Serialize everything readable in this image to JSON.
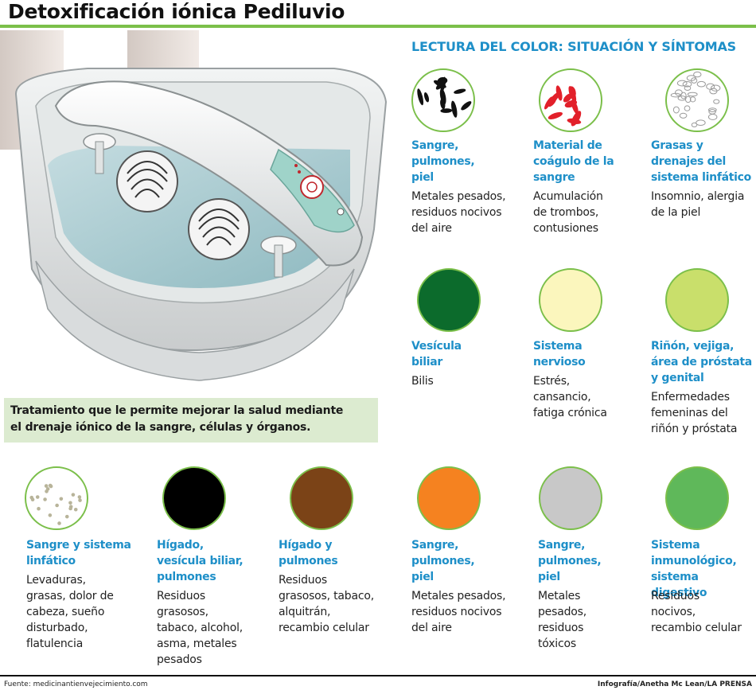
{
  "title": "Detoxificación iónica Pediluvio",
  "section_heading": "LECTURA DEL COLOR: SITUACIÓN Y SÍNTOMAS",
  "description": {
    "line1": "Tratamiento que le permite mejorar la salud mediante",
    "line2": "el drenaje iónico de la sangre, células y órganos."
  },
  "colors": {
    "accent_blue": "#1e8fc8",
    "rule_green": "#7bbf4a",
    "circle_border": "#7bbf4a",
    "box_green": "#dcebd0"
  },
  "items": [
    {
      "pattern": "black-particles",
      "fill": "#ffffff",
      "label": [
        "Sangre,",
        "pulmones,",
        "piel"
      ],
      "symptoms": [
        "Metales pesados,",
        "residuos nocivos",
        "del aire"
      ]
    },
    {
      "pattern": "red-particles",
      "fill": "#ffffff",
      "label": [
        "Material de",
        "coágulo de la",
        "sangre"
      ],
      "symptoms": [
        "Acumulación",
        "de trombos,",
        "contusiones"
      ]
    },
    {
      "pattern": "grey-foam",
      "fill": "#ffffff",
      "label": [
        "Grasas y",
        "drenajes del",
        "sistema linfático"
      ],
      "symptoms": [
        "Insomnio, alergia",
        "de la piel"
      ]
    },
    {
      "pattern": "solid",
      "fill": "#0c6b2c",
      "label": [
        "Vesícula",
        "biliar"
      ],
      "symptoms": [
        "Bilis"
      ]
    },
    {
      "pattern": "solid",
      "fill": "#fbf6bd",
      "label": [
        "Sistema",
        "nervioso"
      ],
      "symptoms": [
        "Estrés,",
        "cansancio,",
        "fatiga crónica"
      ]
    },
    {
      "pattern": "solid",
      "fill": "#c9df6b",
      "label": [
        "Riñón, vejiga,",
        "área de próstata",
        "y genital"
      ],
      "symptoms": [
        "Enfermedades",
        "femeninas del",
        "riñón y próstata"
      ]
    },
    {
      "pattern": "dots",
      "fill": "#ffffff",
      "label": [
        "Sangre y sistema",
        "linfático"
      ],
      "symptoms": [
        "Levaduras,",
        "grasas, dolor de",
        "cabeza, sueño",
        "disturbado,",
        "flatulencia"
      ]
    },
    {
      "pattern": "solid",
      "fill": "#000000",
      "label": [
        "Hígado,",
        "vesícula biliar,",
        "pulmones"
      ],
      "symptoms": [
        "Residuos",
        "grasosos,",
        "tabaco, alcohol,",
        "asma, metales",
        "pesados"
      ]
    },
    {
      "pattern": "solid",
      "fill": "#7b4317",
      "label": [
        "Hígado y",
        "pulmones"
      ],
      "symptoms": [
        "Residuos",
        "grasosos, tabaco,",
        "alquitrán,",
        "recambio celular"
      ]
    },
    {
      "pattern": "solid",
      "fill": "#f58220",
      "label": [
        "Sangre,",
        "pulmones,",
        "piel"
      ],
      "symptoms": [
        "Metales pesados,",
        "residuos nocivos",
        "del aire"
      ]
    },
    {
      "pattern": "solid",
      "fill": "#c8c8c8",
      "label": [
        "Sangre,",
        "pulmones,",
        "piel"
      ],
      "symptoms": [
        "Metales",
        "pesados,",
        "residuos",
        "tóxicos"
      ]
    },
    {
      "pattern": "solid",
      "fill": "#5fb85a",
      "label": [
        "Sistema",
        "inmunológico,",
        "sistema digestivo"
      ],
      "symptoms": [
        "Residuos",
        "nocivos,",
        "recambio celular"
      ]
    }
  ],
  "footer": {
    "source": "Fuente: medicinantienvejecimiento.com",
    "credit": "Infografía/Anetha Mc Lean/LA PRENSA"
  }
}
